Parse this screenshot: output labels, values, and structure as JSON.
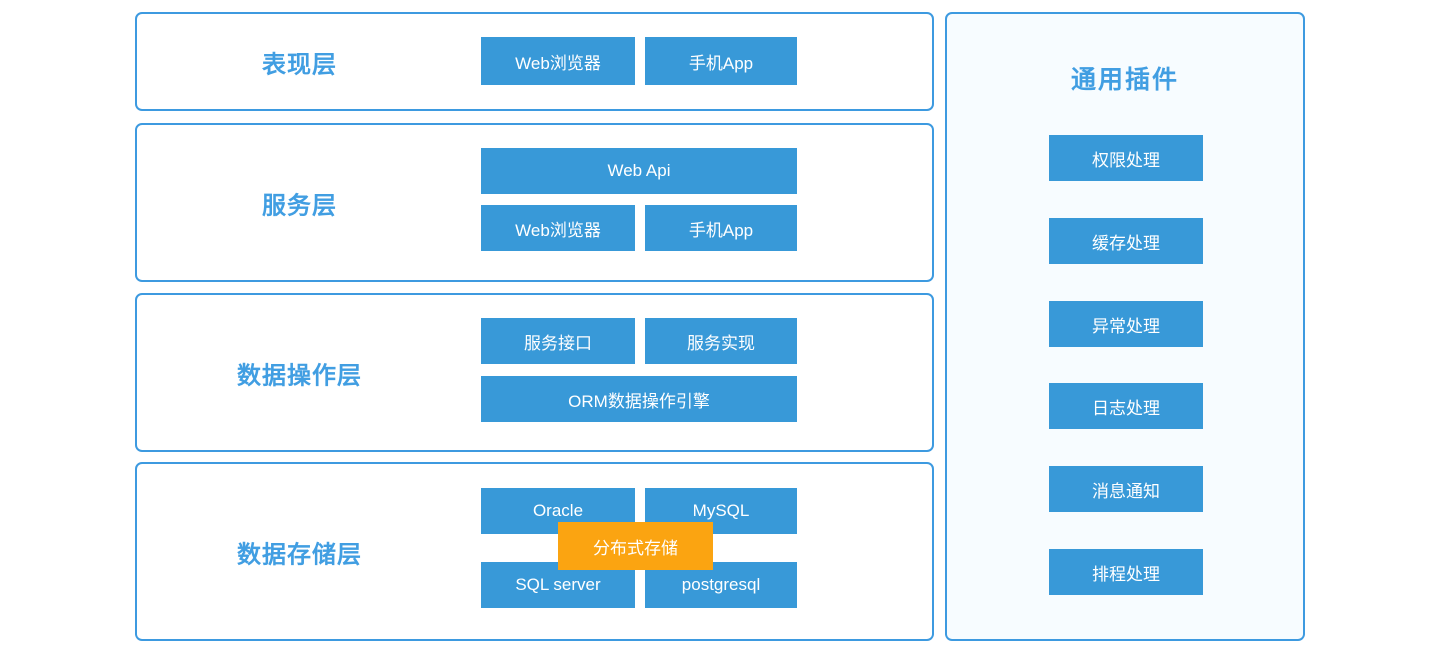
{
  "colors": {
    "button_blue": "#3899d8",
    "label_blue": "#419ee2",
    "border_blue": "#3d9ae0",
    "orange": "#fba411",
    "panel_bg": "#f7fcff",
    "button_text": "#ffffff"
  },
  "layers": [
    {
      "label": "表现层",
      "buttons": [
        {
          "label": "Web浏览器"
        },
        {
          "label": "手机App"
        }
      ]
    },
    {
      "label": "服务层",
      "wide_button": {
        "label": "Web Api"
      },
      "buttons": [
        {
          "label": "Web浏览器"
        },
        {
          "label": "手机App"
        }
      ]
    },
    {
      "label": "数据操作层",
      "buttons": [
        {
          "label": "服务接口"
        },
        {
          "label": "服务实现"
        }
      ],
      "wide_button": {
        "label": "ORM数据操作引擎"
      }
    },
    {
      "label": "数据存储层",
      "buttons": [
        {
          "label": "Oracle"
        },
        {
          "label": "MySQL"
        },
        {
          "label": "SQL server"
        },
        {
          "label": "postgresql"
        }
      ],
      "overlay_button": {
        "label": "分布式存储"
      }
    }
  ],
  "plugins_panel": {
    "title": "通用插件",
    "items": [
      {
        "label": "权限处理"
      },
      {
        "label": "缓存处理"
      },
      {
        "label": "异常处理"
      },
      {
        "label": "日志处理"
      },
      {
        "label": "消息通知"
      },
      {
        "label": "排程处理"
      }
    ]
  }
}
